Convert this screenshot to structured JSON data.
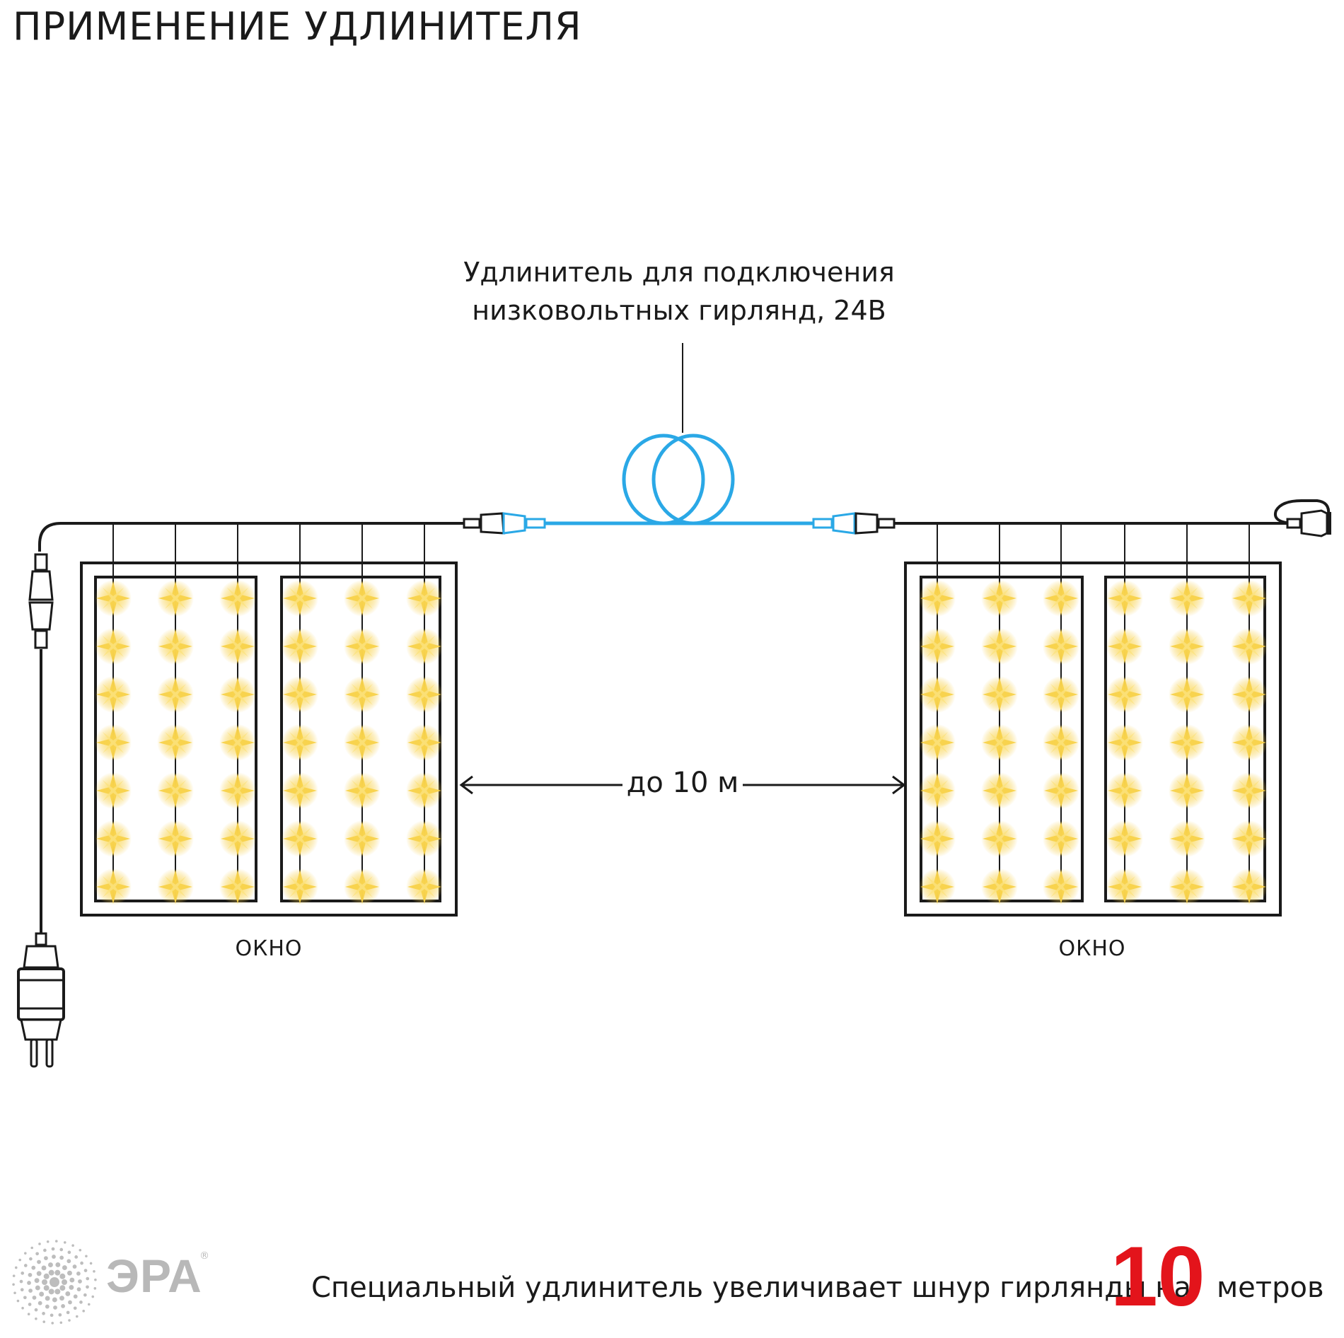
{
  "title": "ПРИМЕНЕНИЕ УДЛИНИТЕЛЯ",
  "callout": {
    "line1": "Удлинитель для подключения",
    "line2": "низковольтных гирлянд, 24В"
  },
  "distance_label": "до 10 м",
  "window_labels": [
    "ОКНО",
    "ОКНО"
  ],
  "footer": {
    "text_before": "Специальный удлинитель увеличивает шнур гирлянды на",
    "number": "10",
    "text_after": "метров"
  },
  "logo": {
    "text": "ЭРА",
    "mark": "®"
  },
  "colors": {
    "wire": "#1a1a1a",
    "extension": "#2aa8e6",
    "light": "#f5c93a",
    "accent": "#e3141b",
    "logo": "#b8b8b8"
  },
  "icons": [
    "power-plug-icon",
    "led-light-icon",
    "sun-logo-icon"
  ]
}
